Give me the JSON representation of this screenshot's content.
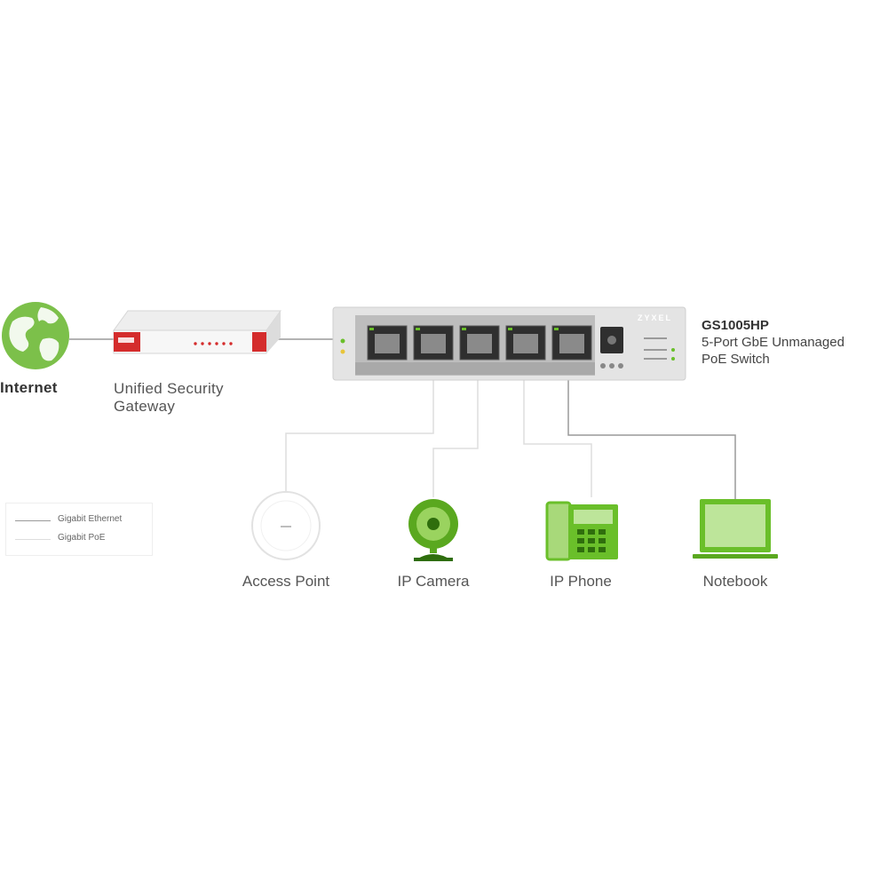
{
  "internet": {
    "label": "Internet"
  },
  "gateway": {
    "label_line1": "Unified Security",
    "label_line2": "Gateway"
  },
  "switch": {
    "brand": "ZYXEL",
    "model": "GS1005HP",
    "description_line1": "5-Port GbE Unmanaged",
    "description_line2": "PoE Switch"
  },
  "devices": [
    {
      "label": "Access Point",
      "icon": "access-point-icon",
      "link": "Gigabit PoE"
    },
    {
      "label": "IP Camera",
      "icon": "ip-camera-icon",
      "link": "Gigabit PoE"
    },
    {
      "label": "IP Phone",
      "icon": "ip-phone-icon",
      "link": "Gigabit PoE"
    },
    {
      "label": "Notebook",
      "icon": "notebook-icon",
      "link": "Gigabit Ethernet"
    }
  ],
  "legend": [
    {
      "label": "Gigabit Ethernet",
      "color": "#9a9a9a"
    },
    {
      "label": "Gigabit PoE",
      "color": "#dddddd"
    }
  ],
  "colors": {
    "accent_green": "#6abf2a",
    "globe_green": "#7cc04a",
    "gateway_red": "#d42c2c",
    "ethernet_line": "#9a9a9a",
    "poe_line": "#dddddd"
  }
}
